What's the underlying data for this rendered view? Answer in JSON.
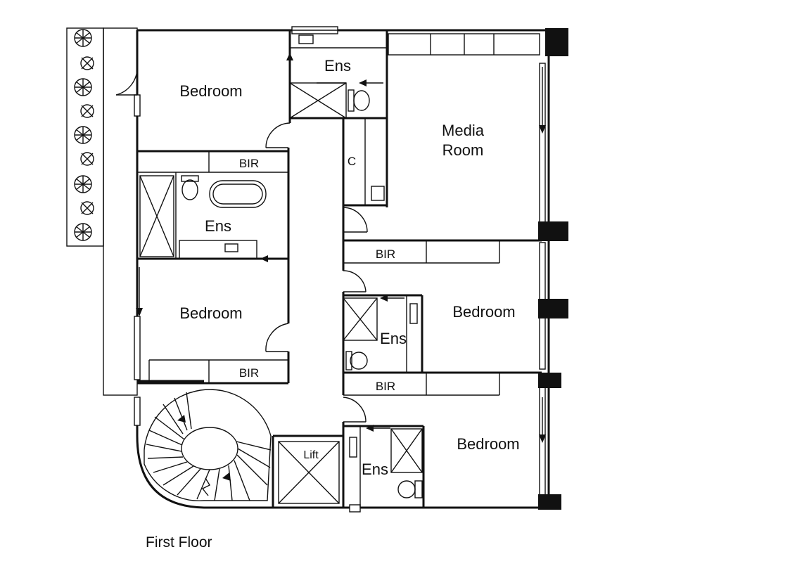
{
  "rooms": {
    "bedroom_1": "Bedroom",
    "ens_top": "Ens",
    "media_line1": "Media",
    "media_line2": "Room",
    "bir_left_top": "BIR",
    "closet_c": "C",
    "ens_left": "Ens",
    "bir_right_mid": "BIR",
    "bedroom_2": "Bedroom",
    "bedroom_3": "Bedroom",
    "ens_right_mid": "Ens",
    "bir_left_bottom": "BIR",
    "bir_right_bottom": "BIR",
    "bedroom_4": "Bedroom",
    "lift": "Lift",
    "ens_bottom": "Ens"
  },
  "caption": "First Floor"
}
